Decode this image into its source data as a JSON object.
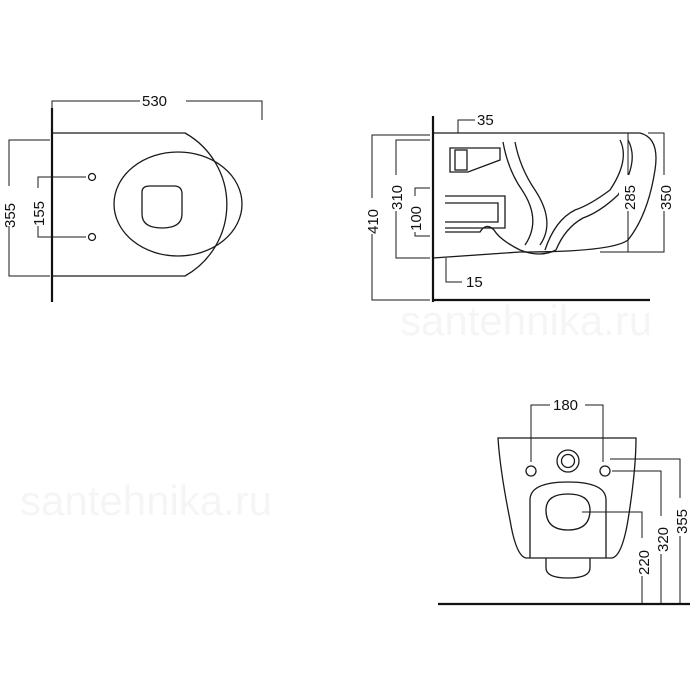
{
  "views": {
    "top": {
      "width": "530",
      "depth": "355",
      "bolt_spacing": "155"
    },
    "side": {
      "top_offset": "35",
      "total_height": "410",
      "inlet_height": "310",
      "bolt_height": "100",
      "floor_offset": "15",
      "bowl_height": "285",
      "body_height": "350"
    },
    "front": {
      "bolt_spacing": "180",
      "height": "355",
      "bolt_center_height": "320",
      "outlet_height": "220"
    }
  },
  "watermark": "santehnika.ru"
}
